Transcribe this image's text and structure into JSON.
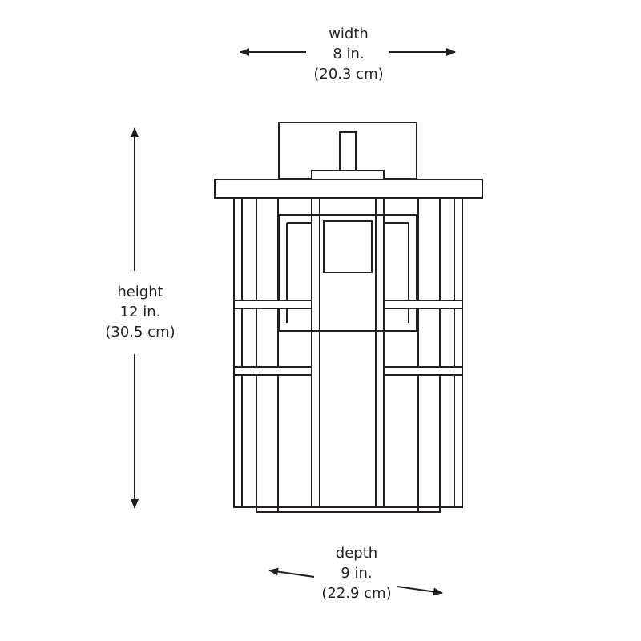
{
  "dimensions": {
    "width": {
      "name": "width",
      "imperial": "8 in.",
      "metric": "(20.3 cm)"
    },
    "height": {
      "name": "height",
      "imperial": "12 in.",
      "metric": "(30.5 cm)"
    },
    "depth": {
      "name": "depth",
      "imperial": "9 in.",
      "metric": "(22.9 cm)"
    }
  },
  "colors": {
    "line": "#231f20",
    "background": "#ffffff"
  }
}
